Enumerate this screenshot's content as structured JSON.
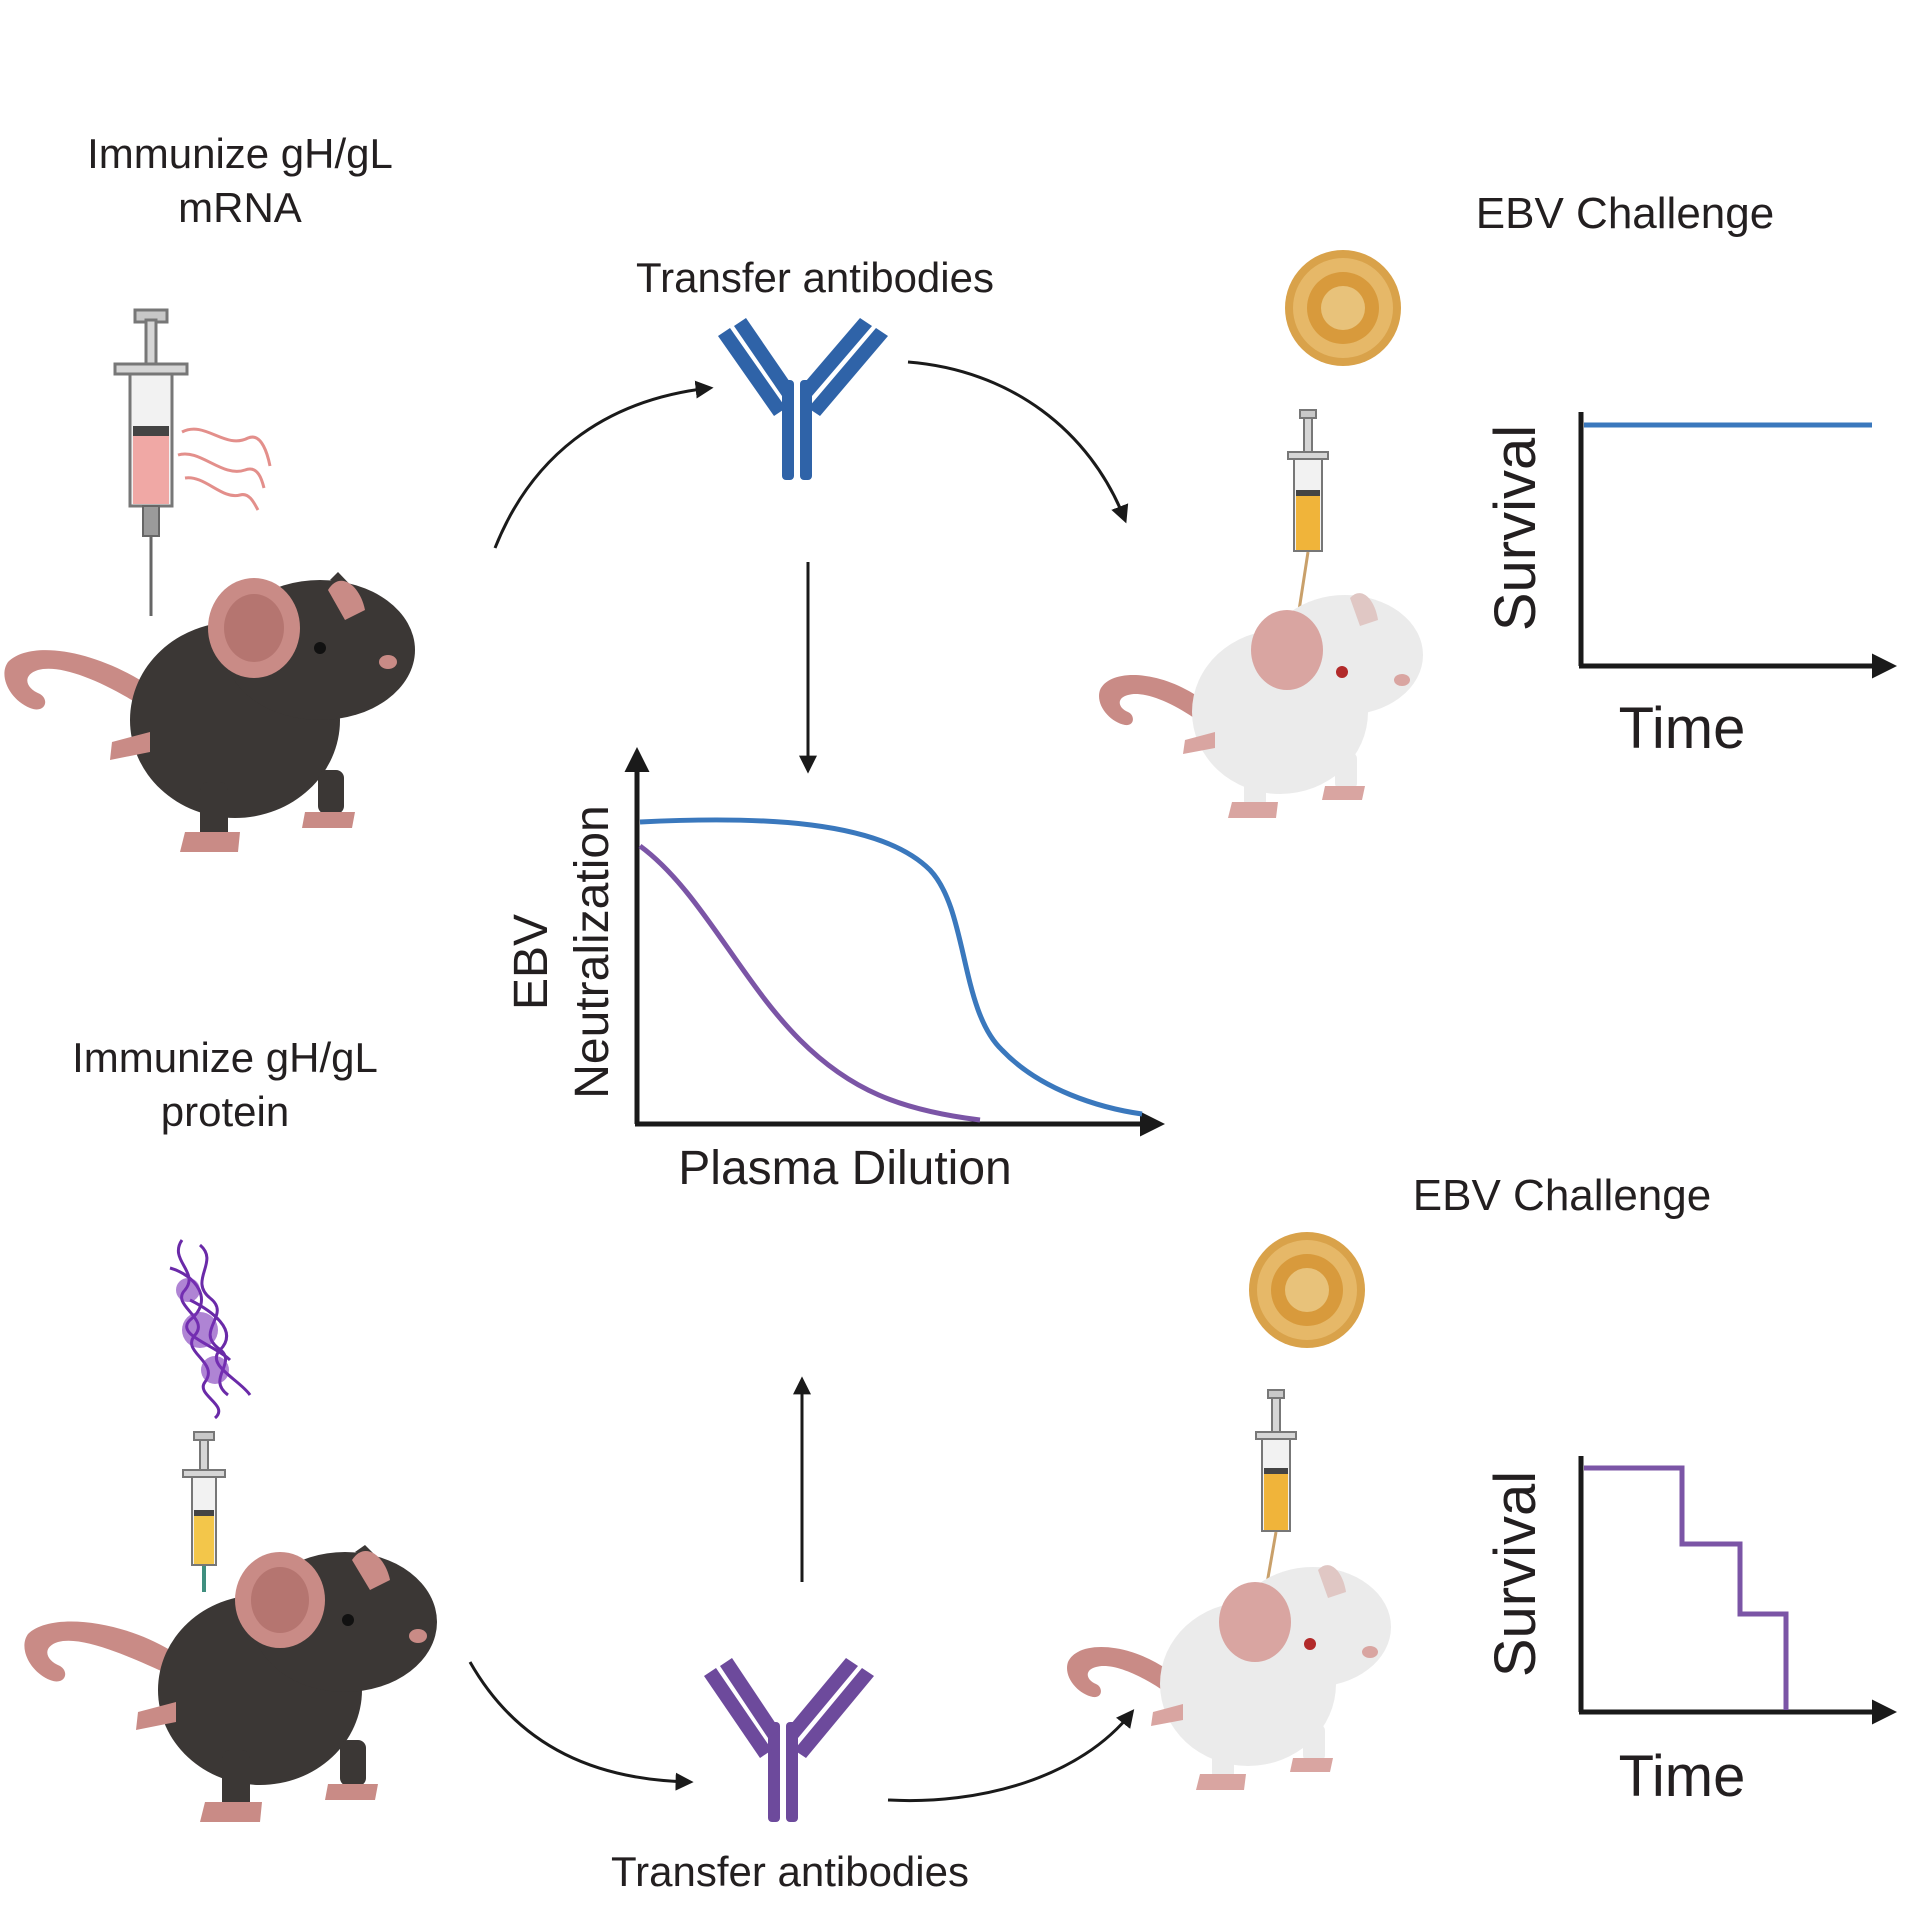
{
  "labels": {
    "immunize_mrna": [
      "Immunize gH/gL",
      "mRNA"
    ],
    "immunize_protein": [
      "Immunize gH/gL",
      "protein"
    ],
    "transfer_top": "Transfer antibodies",
    "transfer_bottom": "Transfer antibodies",
    "ebv_challenge_top": "EBV Challenge",
    "ebv_challenge_bottom": "EBV Challenge"
  },
  "colors": {
    "mrna": "#3a78bd",
    "protein": "#7b55a6",
    "antibody_top": "#2f63a8",
    "antibody_bottom": "#6d4a9c",
    "black_mouse": "#3b3735",
    "white_mouse": "#ebebeb",
    "mouse_skin": "#c98b86",
    "virus": "#d9a24a",
    "arrow": "#1a1a1a"
  },
  "icons": [
    "syringe-icon",
    "mrna-strand-icon",
    "protein-structure-icon",
    "antibody-icon",
    "virus-icon",
    "black-mouse-icon",
    "white-mouse-icon"
  ],
  "chart_data": [
    {
      "type": "line",
      "xlabel": "Plasma Dilution",
      "ylabel": [
        "EBV",
        "Neutralization"
      ],
      "series": [
        {
          "color": "#3a78bd",
          "shape": "sigmoid high plateau, late drop"
        },
        {
          "color": "#7b55a6",
          "shape": "early drop"
        }
      ]
    },
    {
      "type": "line",
      "xlabel": "Time",
      "ylabel": "Survival",
      "series": [
        {
          "color": "#3a78bd",
          "shape": "flat at 100%"
        }
      ]
    },
    {
      "type": "line",
      "xlabel": "Time",
      "ylabel": "Survival",
      "series": [
        {
          "color": "#7b55a6",
          "shape": "stepwise decline to 0"
        }
      ]
    }
  ]
}
